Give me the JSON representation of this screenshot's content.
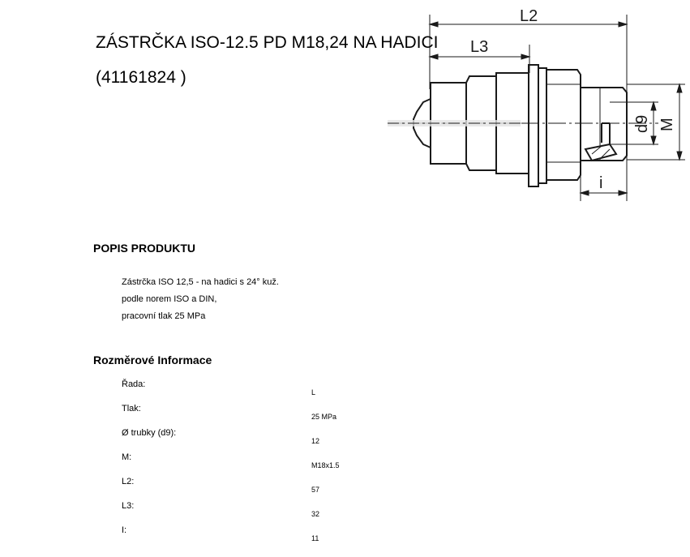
{
  "product": {
    "title_line1": "ZÁSTRČKA ISO-12.5 PD M18,24 NA HADICI",
    "title_line2": "(41161824 )"
  },
  "drawing": {
    "labels": {
      "l2": "L2",
      "l3": "L3",
      "d9": "d9",
      "m": "M",
      "i": "i"
    }
  },
  "description": {
    "heading": "POPIS PRODUKTU",
    "lines": [
      "Zástrčka ISO 12,5 - na hadici s 24° kuž.",
      "podle norem ISO a DIN,",
      "pracovní tlak 25 MPa"
    ]
  },
  "dimensions": {
    "heading": "Rozměrové Informace",
    "rows": [
      {
        "label": "Řada:",
        "value": "L"
      },
      {
        "label": "Tlak:",
        "value": "25  MPa"
      },
      {
        "label": "Ø trubky (d9):",
        "value": "12"
      },
      {
        "label": "M:",
        "value": "M18x1.5"
      },
      {
        "label": "L2:",
        "value": "57"
      },
      {
        "label": "L3:",
        "value": "32"
      },
      {
        "label": "I:",
        "value": "11"
      }
    ]
  }
}
